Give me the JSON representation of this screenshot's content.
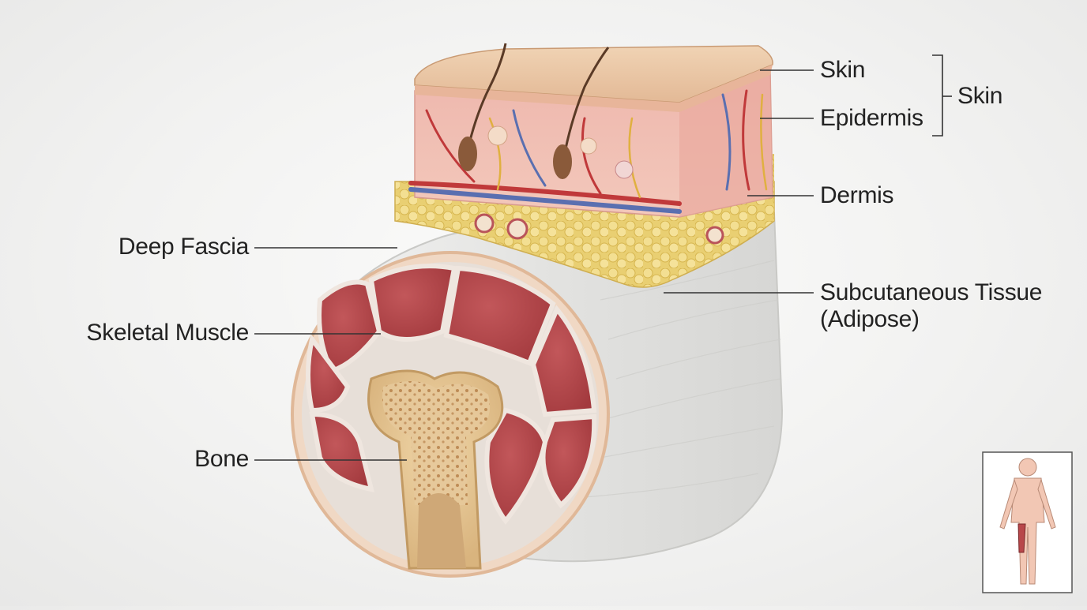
{
  "labels": {
    "skin_top": "Skin",
    "epidermis": "Epidermis",
    "skin_group": "Skin",
    "dermis": "Dermis",
    "subcutaneous_line1": "Subcutaneous Tissue",
    "subcutaneous_line2": "(Adipose)",
    "deep_fascia": "Deep Fascia",
    "skeletal_muscle": "Skeletal Muscle",
    "bone": "Bone"
  },
  "colors": {
    "skin_surface": "#e9c9a6",
    "dermis": "#efb9ae",
    "adipose": "#f1dc8a",
    "fascia": "#e6e6e4",
    "muscle": "#b8474a",
    "bone": "#e8ceA0",
    "artery": "#c0393a",
    "vein": "#5a6fb0",
    "nerve": "#e0b040"
  },
  "icons": {
    "locator": "human-figure-icon"
  }
}
